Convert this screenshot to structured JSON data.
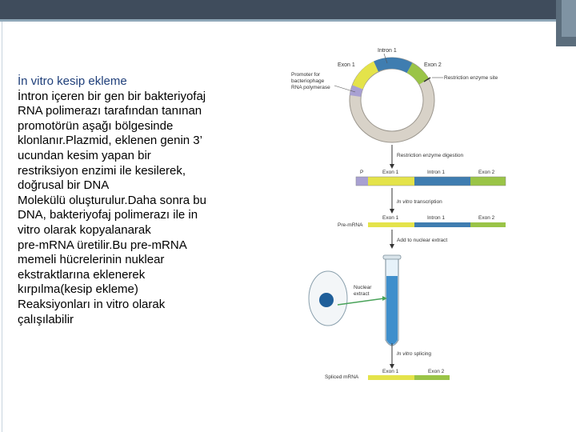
{
  "slide": {
    "title": "İn vitro kesip ekleme",
    "body_lines": [
      "İntron içeren bir gen bir bakteriyofaj",
      "RNA polimerazı tarafından tanınan",
      "promotörün aşağı bölgesinde",
      "klonlanır.Plazmid, eklenen genin 3’",
      "ucundan kesim yapan bir",
      "restriksiyon enzimi ile kesilerek,",
      "doğrusal bir DNA",
      "Molekülü oluşturulur.Daha sonra bu",
      "DNA, bakteriyofaj polimerazı ile in",
      "vitro olarak kopyalanarak",
      " pre-mRNA üretilir.Bu pre-mRNA",
      "memeli hücrelerinin nuklear",
      "ekstraktlarına eklenerek",
      "kırpılma(kesip ekleme)",
      "Reaksiyonları in vitro olarak",
      "çalışılabilir"
    ]
  },
  "diagram": {
    "labels": {
      "intron1_top": "Intron 1",
      "exon1_top": "Exon 1",
      "exon2_top": "Exon 2",
      "promoter": [
        "Promoter for",
        "bacteriophage",
        "RNA polymerase"
      ],
      "restriction_site": "Restriction enzyme site",
      "step1": "Restriction enzyme digestion",
      "p": "P",
      "exon1_a": "Exon 1",
      "intron1_a": "Intron 1",
      "exon2_a": "Exon 2",
      "step2_italic": "In vitro",
      "step2_rest": " transcription",
      "premrna": "Pre-mRNA",
      "exon1_b": "Exon 1",
      "intron1_b": "Intron 1",
      "exon2_b": "Exon 2",
      "step3": "Add to nuclear extract",
      "nuclear": [
        "Nuclear",
        "extract"
      ],
      "step4_italic": "In vitro",
      "step4_rest": " splicing",
      "spliced": "Spliced mRNA",
      "exon1_c": "Exon 1",
      "exon2_c": "Exon 2"
    },
    "colors": {
      "exon1": "#e4e34a",
      "intron1": "#3f7db0",
      "exon2": "#9ac447",
      "promoter": "#a8a0d2",
      "plasmid": "#d8d2c8",
      "nucleus": "#1f5f9a"
    }
  }
}
